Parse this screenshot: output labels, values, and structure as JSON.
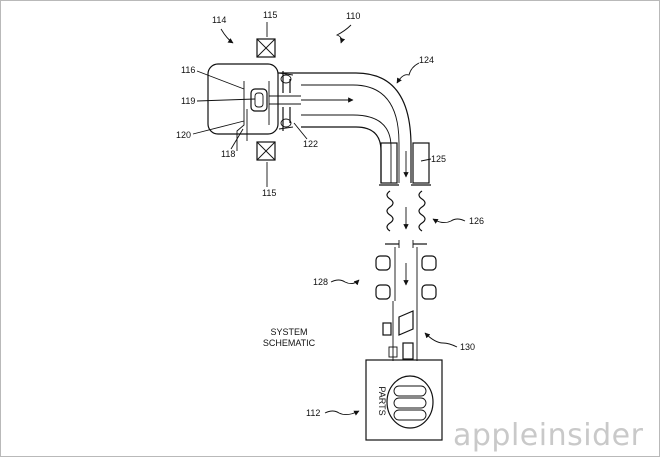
{
  "figure": {
    "caption_line1": "SYSTEM",
    "caption_line2": "SCHEMATIC",
    "parts_label": "PARTS",
    "refs": {
      "r110": "110",
      "r112": "112",
      "r114": "114",
      "r115a": "115",
      "r115b": "115",
      "r116": "116",
      "r118": "118",
      "r119": "119",
      "r120": "120",
      "r122": "122",
      "r124": "124",
      "r125": "125",
      "r126": "126",
      "r128": "128",
      "r130": "130"
    }
  },
  "watermark": "appleinsider"
}
